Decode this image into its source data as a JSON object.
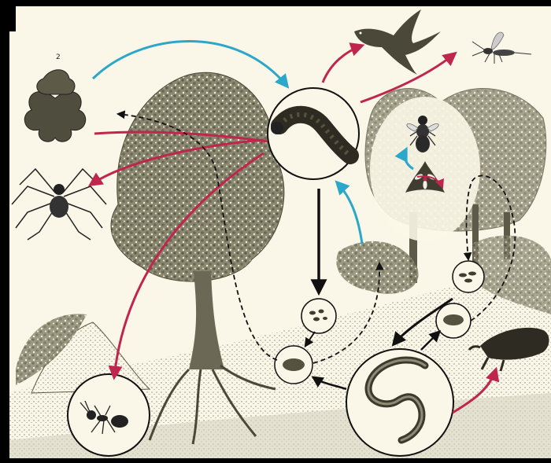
{
  "diagram": {
    "label_number": "2",
    "colors": {
      "background": "#000000",
      "paper": "#fbf7e8",
      "ink": "#3f3d33",
      "foliage": "#6d6b56",
      "ground": "#cfcab7",
      "arrow_red": "#c0264d",
      "arrow_blue": "#2aa7c9",
      "arrow_black": "#111111"
    },
    "organisms": [
      {
        "name": "caterpillar",
        "icon": "caterpillar-icon"
      },
      {
        "name": "oak-sprig",
        "icon": "oak-leaf-icon"
      },
      {
        "name": "spider",
        "icon": "spider-icon"
      },
      {
        "name": "bird",
        "icon": "bird-icon"
      },
      {
        "name": "wasp",
        "icon": "wasp-icon"
      },
      {
        "name": "bee",
        "icon": "bee-icon"
      },
      {
        "name": "flower",
        "icon": "flower-icon"
      },
      {
        "name": "ant",
        "icon": "ant-icon"
      },
      {
        "name": "earthworm",
        "icon": "earthworm-icon"
      },
      {
        "name": "mole",
        "icon": "mole-icon"
      },
      {
        "name": "droppings",
        "icon": "droppings-icon"
      },
      {
        "name": "humus",
        "icon": "humus-icon"
      },
      {
        "name": "soil-crumbs",
        "icon": "soil-crumbs-icon"
      },
      {
        "name": "leaf-litter",
        "icon": "leaf-litter-icon"
      }
    ]
  }
}
